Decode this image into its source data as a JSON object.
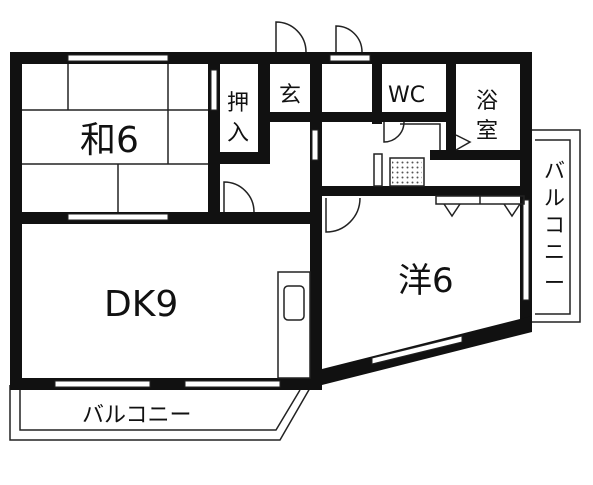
{
  "rooms": {
    "washitsu": "和6",
    "oshiire_top": "押",
    "oshiire_bottom": "入",
    "genkan": "玄",
    "wc": "WC",
    "bath_top": "浴",
    "bath_bottom": "室",
    "youshitsu": "洋6",
    "dk": "DK9",
    "balcony_bottom": "バルコニー",
    "balcony_right": [
      "バ",
      "ル",
      "コ",
      "ニ",
      "ー"
    ]
  },
  "colors": {
    "wall": "#111111",
    "line": "#222222",
    "background": "#ffffff"
  }
}
